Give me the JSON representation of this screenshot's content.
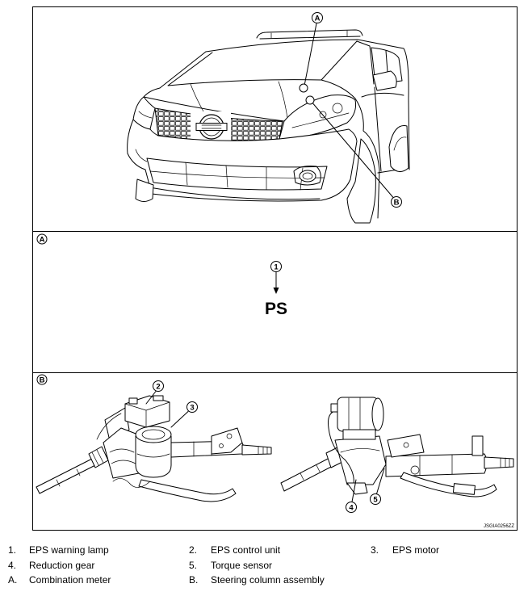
{
  "figure": {
    "callout_a": "A",
    "callout_b": "B",
    "panel_a": {
      "label": "A",
      "callout": "1",
      "indicator_text": "PS"
    },
    "panel_b": {
      "label": "B",
      "callouts": {
        "c2": "2",
        "c3": "3",
        "c4": "4",
        "c5": "5"
      }
    },
    "figure_code": "JSGIA0256ZZ"
  },
  "legend": {
    "rows": [
      [
        {
          "num": "1.",
          "label": "EPS warning lamp"
        },
        {
          "num": "2.",
          "label": "EPS control unit"
        },
        {
          "num": "3.",
          "label": "EPS motor"
        }
      ],
      [
        {
          "num": "4.",
          "label": "Reduction gear"
        },
        {
          "num": "5.",
          "label": "Torque sensor"
        }
      ],
      [
        {
          "num": "A.",
          "label": "Combination meter"
        },
        {
          "num": "B.",
          "label": "Steering column assembly"
        }
      ]
    ]
  }
}
